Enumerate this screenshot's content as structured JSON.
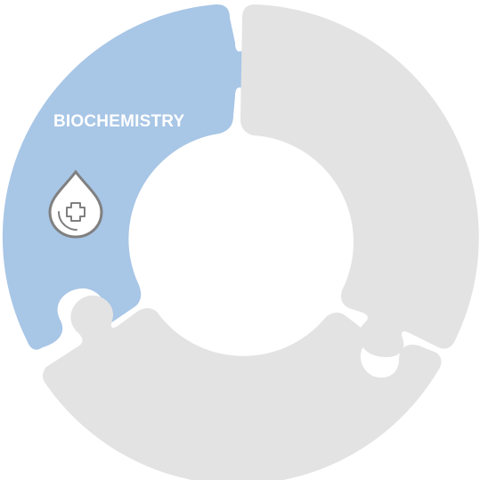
{
  "diagram": {
    "segments": [
      {
        "label": "BIOCHEMISTRY",
        "icon": "blood-drop-plus-icon",
        "state": "active",
        "color": "#a8c6e6"
      },
      {
        "label": "",
        "state": "inactive",
        "color": "#e3e3e3"
      },
      {
        "label": "",
        "state": "inactive",
        "color": "#e3e3e3"
      }
    ],
    "colors": {
      "active": "#a8c6e6",
      "inactive": "#e3e3e3",
      "label": "#ffffff",
      "icon_stroke": "#808080",
      "icon_fill": "#ffffff"
    }
  }
}
